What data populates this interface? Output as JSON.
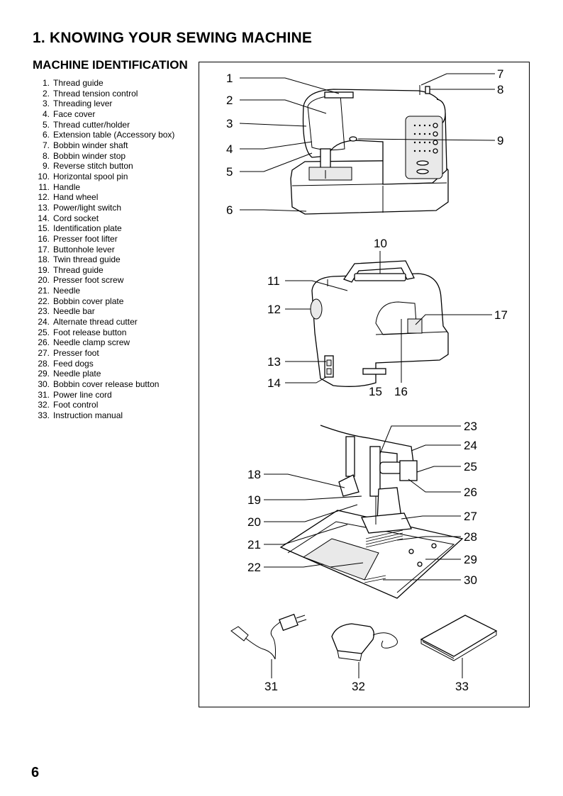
{
  "page": {
    "title": "1. KNOWING YOUR SEWING MACHINE",
    "section_title": "MACHINE IDENTIFICATION",
    "page_number": "6"
  },
  "parts": [
    {
      "num": "1.",
      "name": "Thread guide"
    },
    {
      "num": "2.",
      "name": "Thread tension control"
    },
    {
      "num": "3.",
      "name": "Threading lever"
    },
    {
      "num": "4.",
      "name": "Face cover"
    },
    {
      "num": "5.",
      "name": "Thread cutter/holder"
    },
    {
      "num": "6.",
      "name": "Extension table (Accessory box)"
    },
    {
      "num": "7.",
      "name": "Bobbin winder shaft"
    },
    {
      "num": "8.",
      "name": "Bobbin winder stop"
    },
    {
      "num": "9.",
      "name": "Reverse stitch button"
    },
    {
      "num": "10.",
      "name": "Horizontal spool pin"
    },
    {
      "num": "11.",
      "name": "Handle"
    },
    {
      "num": "12.",
      "name": "Hand wheel"
    },
    {
      "num": "13.",
      "name": "Power/light switch"
    },
    {
      "num": "14.",
      "name": "Cord socket"
    },
    {
      "num": "15.",
      "name": "Identification plate"
    },
    {
      "num": "16.",
      "name": "Presser foot lifter"
    },
    {
      "num": "17.",
      "name": "Buttonhole lever"
    },
    {
      "num": "18.",
      "name": "Twin thread guide"
    },
    {
      "num": "19.",
      "name": "Thread guide"
    },
    {
      "num": "20.",
      "name": "Presser foot screw"
    },
    {
      "num": "21.",
      "name": "Needle"
    },
    {
      "num": "22.",
      "name": "Bobbin cover plate"
    },
    {
      "num": "23.",
      "name": "Needle bar"
    },
    {
      "num": "24.",
      "name": "Alternate thread cutter"
    },
    {
      "num": "25.",
      "name": "Foot release button"
    },
    {
      "num": "26.",
      "name": "Needle clamp screw"
    },
    {
      "num": "27.",
      "name": "Presser foot"
    },
    {
      "num": "28.",
      "name": "Feed dogs"
    },
    {
      "num": "29.",
      "name": "Needle plate"
    },
    {
      "num": "30.",
      "name": "Bobbin cover release button"
    },
    {
      "num": "31.",
      "name": "Power line cord"
    },
    {
      "num": "32.",
      "name": "Foot control"
    },
    {
      "num": "33.",
      "name": "Instruction manual"
    }
  ],
  "callouts": {
    "c1": "1",
    "c2": "2",
    "c3": "3",
    "c4": "4",
    "c5": "5",
    "c6": "6",
    "c7": "7",
    "c8": "8",
    "c9": "9",
    "c10": "10",
    "c11": "11",
    "c12": "12",
    "c13": "13",
    "c14": "14",
    "c15": "15",
    "c16": "16",
    "c17": "17",
    "c18": "18",
    "c19": "19",
    "c20": "20",
    "c21": "21",
    "c22": "22",
    "c23": "23",
    "c24": "24",
    "c25": "25",
    "c26": "26",
    "c27": "27",
    "c28": "28",
    "c29": "29",
    "c30": "30",
    "c31": "31",
    "c32": "32",
    "c33": "33"
  }
}
